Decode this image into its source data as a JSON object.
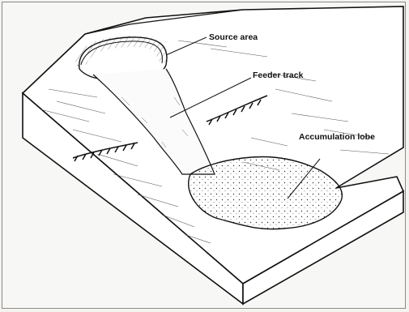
{
  "diagram": {
    "labels": {
      "source_area": "Source area",
      "feeder_track": "Feeder track",
      "accumulation_lobe": "Accumulation lobe"
    }
  }
}
